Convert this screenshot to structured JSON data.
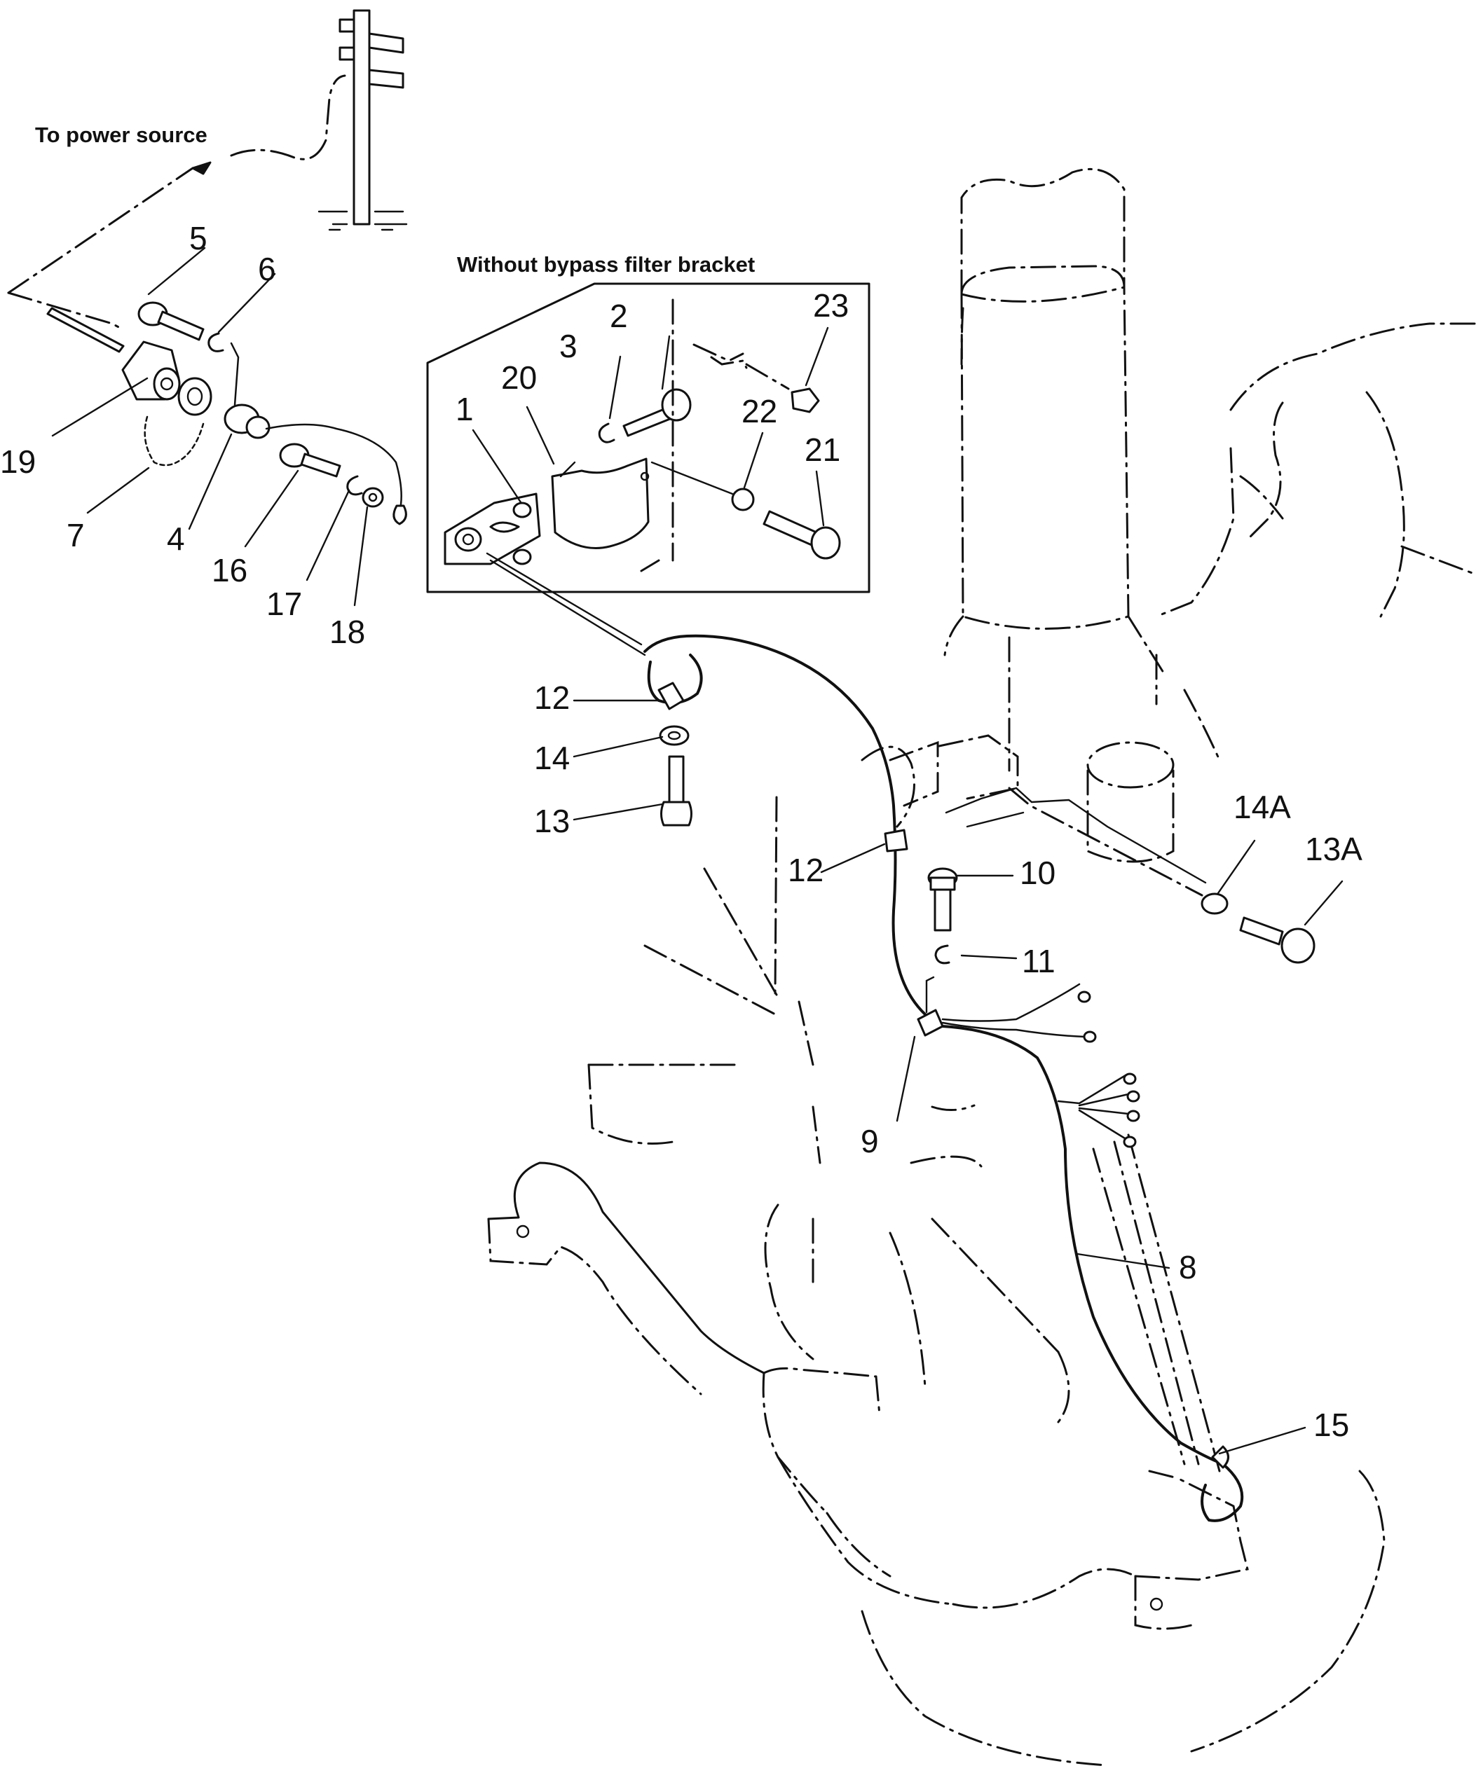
{
  "captions": {
    "power_source": "To power source",
    "inset_title": "Without bypass filter bracket"
  },
  "callouts": [
    "1",
    "2",
    "3",
    "4",
    "5",
    "6",
    "7",
    "8",
    "9",
    "10",
    "11",
    "12",
    "12",
    "13",
    "13A",
    "14",
    "14A",
    "15",
    "16",
    "17",
    "18",
    "19",
    "20",
    "21",
    "22",
    "23"
  ]
}
